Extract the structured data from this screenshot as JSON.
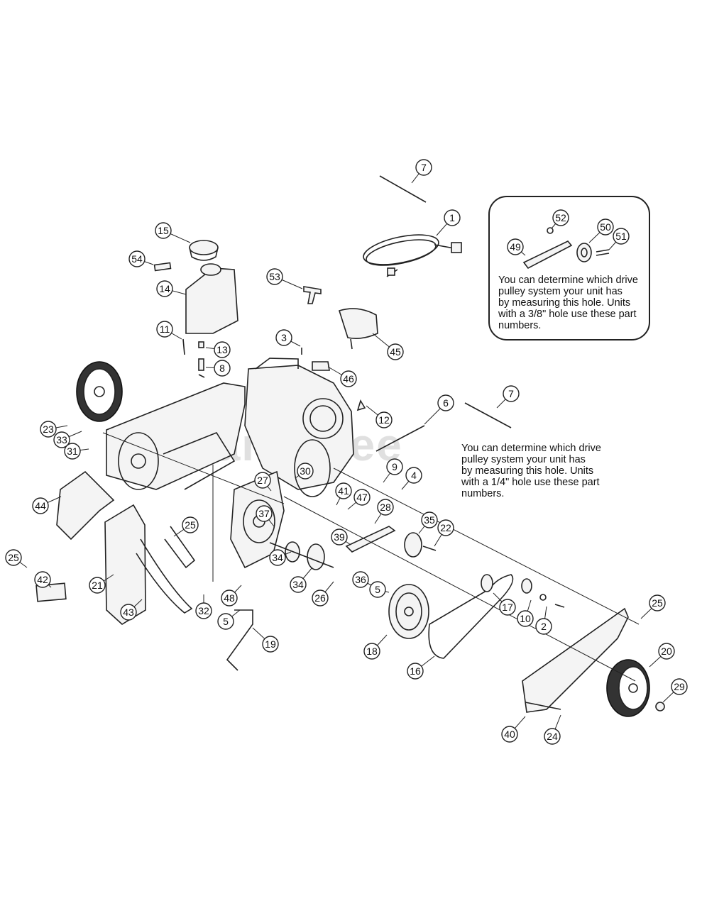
{
  "notes": {
    "inset": "You can determine which drive\npulley system your unit has\nby measuring this hole.  Units\nwith a 3/8\" hole use these part\nnumbers.",
    "main": "You can determine which drive\npulley system your unit has\nby measuring this hole.  Units\nwith a 1/4\" hole use these part\nnumbers."
  },
  "watermark": "PartsTree",
  "callouts": [
    "7",
    "1",
    "52",
    "50",
    "51",
    "49",
    "15",
    "54",
    "14",
    "53",
    "45",
    "3",
    "46",
    "11",
    "13",
    "8",
    "6",
    "7",
    "12",
    "23",
    "33",
    "31",
    "9",
    "4",
    "44",
    "27",
    "30",
    "41",
    "47",
    "28",
    "37",
    "35",
    "22",
    "25",
    "39",
    "36",
    "5",
    "25",
    "42",
    "21",
    "34",
    "34",
    "26",
    "48",
    "43",
    "32",
    "17",
    "10",
    "2",
    "25",
    "5",
    "19",
    "18",
    "16",
    "20",
    "29",
    "40",
    "24"
  ]
}
